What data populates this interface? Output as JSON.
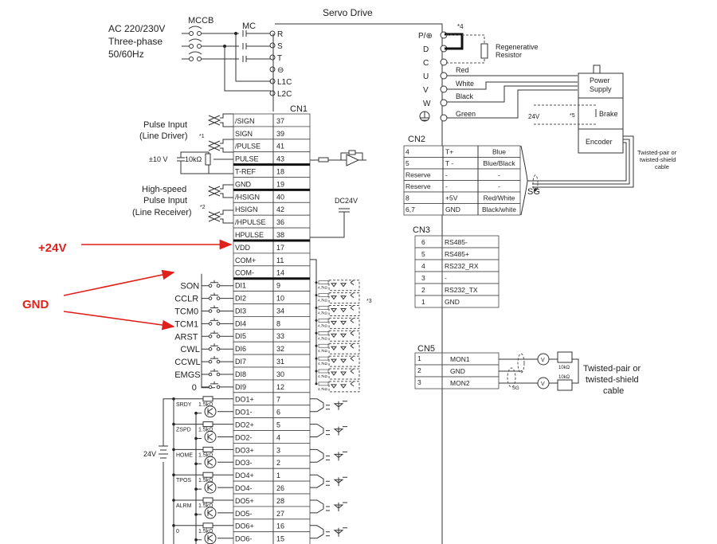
{
  "title": "Servo Drive",
  "power": {
    "supply_lines": [
      "AC 220/230V",
      "Three-phase",
      "50/60Hz"
    ],
    "mccb_label": "MCCB",
    "mc_label": "MC",
    "terminals": [
      "R",
      "S",
      "T",
      "⊖",
      "L1C",
      "L2C"
    ]
  },
  "output_terminals": [
    "P/⊕",
    "D",
    "C",
    "U",
    "V",
    "W"
  ],
  "regen": {
    "note": "*4",
    "label_lines": [
      "Regenerative",
      "Resistor"
    ]
  },
  "motor_wires": [
    "Red",
    "White",
    "Black",
    "Green"
  ],
  "motor": {
    "power_supply": [
      "Power",
      "Supply"
    ],
    "brake": "Brake",
    "brake_voltage": "24V",
    "brake_note": "*5",
    "encoder": "Encoder"
  },
  "cable_label": [
    "Twisted-pair or",
    "twisted-shield",
    "cable"
  ],
  "cn1": {
    "title": "CN1",
    "rows": [
      {
        "sig": "/SIGN",
        "pin": "37"
      },
      {
        "sig": "SIGN",
        "pin": "39"
      },
      {
        "sig": "/PULSE",
        "pin": "41"
      },
      {
        "sig": "PULSE",
        "pin": "43"
      },
      {
        "sig": "T-REF",
        "pin": "18"
      },
      {
        "sig": "GND",
        "pin": "19"
      },
      {
        "sig": "/HSIGN",
        "pin": "40"
      },
      {
        "sig": "HSIGN",
        "pin": "42"
      },
      {
        "sig": "/HPULSE",
        "pin": "36"
      },
      {
        "sig": "HPULSE",
        "pin": "38"
      },
      {
        "sig": "VDD",
        "pin": "17"
      },
      {
        "sig": "COM+",
        "pin": "11"
      },
      {
        "sig": "COM-",
        "pin": "14"
      },
      {
        "sig": "DI1",
        "pin": "9"
      },
      {
        "sig": "DI2",
        "pin": "10"
      },
      {
        "sig": "DI3",
        "pin": "34"
      },
      {
        "sig": "DI4",
        "pin": "8"
      },
      {
        "sig": "DI5",
        "pin": "33"
      },
      {
        "sig": "DI6",
        "pin": "32"
      },
      {
        "sig": "DI7",
        "pin": "31"
      },
      {
        "sig": "DI8",
        "pin": "30"
      },
      {
        "sig": "DI9",
        "pin": "12"
      },
      {
        "sig": "DO1+",
        "pin": "7"
      },
      {
        "sig": "DO1-",
        "pin": "6"
      },
      {
        "sig": "DO2+",
        "pin": "5"
      },
      {
        "sig": "DO2-",
        "pin": "4"
      },
      {
        "sig": "DO3+",
        "pin": "3"
      },
      {
        "sig": "DO3-",
        "pin": "2"
      },
      {
        "sig": "DO4+",
        "pin": "1"
      },
      {
        "sig": "DO4-",
        "pin": "26"
      },
      {
        "sig": "DO5+",
        "pin": "28"
      },
      {
        "sig": "DO5-",
        "pin": "27"
      },
      {
        "sig": "DO6+",
        "pin": "16"
      },
      {
        "sig": "DO6-",
        "pin": "15"
      }
    ]
  },
  "inputs": {
    "pulse_line_driver": [
      "Pulse Input",
      "(Line Driver)"
    ],
    "pulse_note": "*1",
    "analog_source": "±10 V",
    "pot": "10kΩ",
    "high_speed": [
      "High-speed",
      "Pulse Input",
      "(Line Receiver)"
    ],
    "hs_note": "*2",
    "dc24v": "DC24V",
    "di_note": "*3",
    "di_resistor": "4.7kΩ",
    "di_labels": [
      "SON",
      "CCLR",
      "TCM0",
      "TCM1",
      "ARST",
      "CWL",
      "CCWL",
      "EMGS",
      "0"
    ]
  },
  "outputs": {
    "supply": "24V",
    "resistor": "1.5kΩ",
    "do_labels": [
      "SRDY",
      "ZSPD",
      "HOME",
      "TPOS",
      "ALRM",
      "0"
    ]
  },
  "cn2": {
    "title": "CN2",
    "rows": [
      [
        "4",
        "T+",
        "Blue"
      ],
      [
        "5",
        "T -",
        "Blue/Black"
      ],
      [
        "Reserve",
        "-",
        "-"
      ],
      [
        "Reserve",
        "-",
        "-"
      ],
      [
        "8",
        "+5V",
        "Red/White"
      ],
      [
        "6,7",
        "GND",
        "Black/white"
      ]
    ],
    "sg": "SG"
  },
  "cn3": {
    "title": "CN3",
    "rows": [
      [
        "6",
        "RS485-"
      ],
      [
        "5",
        "RS485+"
      ],
      [
        "4",
        "RS232_RX"
      ],
      [
        "3",
        "-"
      ],
      [
        "2",
        "RS232_TX"
      ],
      [
        "1",
        "GND"
      ]
    ]
  },
  "cn5": {
    "title": "CN5",
    "rows": [
      [
        "1",
        "MON1"
      ],
      [
        "2",
        "GND"
      ],
      [
        "3",
        "MON2"
      ]
    ],
    "meter": "V",
    "pot": "10kΩ",
    "sg": "SG"
  },
  "annotations": {
    "plus24": "+24V",
    "gnd": "GND",
    "color": "#e0201b"
  }
}
